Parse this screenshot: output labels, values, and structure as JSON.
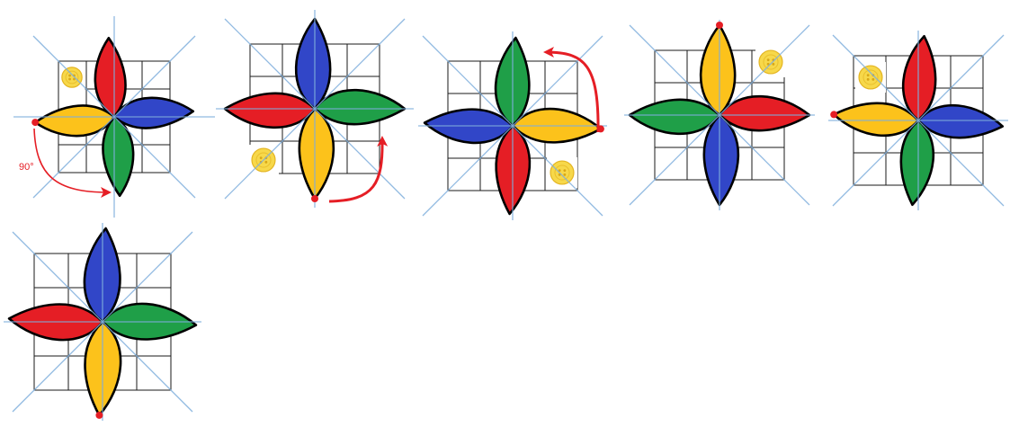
{
  "colors": {
    "red": "#e51e25",
    "blue": "#3146c8",
    "green": "#1f9f48",
    "yellow": "#fcc21b",
    "grid": "#1a1a1a",
    "guide": "#7eaedc",
    "arrow": "#e51e25",
    "button": "#f7d84a"
  },
  "rotation_label": "90°",
  "panels": [
    {
      "petals": [
        "#e51e25",
        "#3146c8",
        "#1f9f48",
        "#fcc21b"
      ],
      "marked_petal": 3,
      "icon": "button-icon"
    },
    {
      "petals": [
        "#3146c8",
        "#1f9f48",
        "#fcc21b",
        "#e51e25"
      ],
      "marked_petal": 2,
      "icon": "button-icon"
    },
    {
      "petals": [
        "#1f9f48",
        "#fcc21b",
        "#e51e25",
        "#3146c8"
      ],
      "marked_petal": 1,
      "icon": "button-icon"
    },
    {
      "petals": [
        "#fcc21b",
        "#e51e25",
        "#3146c8",
        "#1f9f48"
      ],
      "marked_petal": 0,
      "icon": "button-icon"
    },
    {
      "petals": [
        "#e51e25",
        "#3146c8",
        "#1f9f48",
        "#fcc21b"
      ],
      "marked_petal": 3,
      "icon": "button-icon"
    },
    {
      "petals": [
        "#3146c8",
        "#1f9f48",
        "#fcc21b",
        "#e51e25"
      ],
      "marked_petal": 2,
      "icon": null
    }
  ]
}
